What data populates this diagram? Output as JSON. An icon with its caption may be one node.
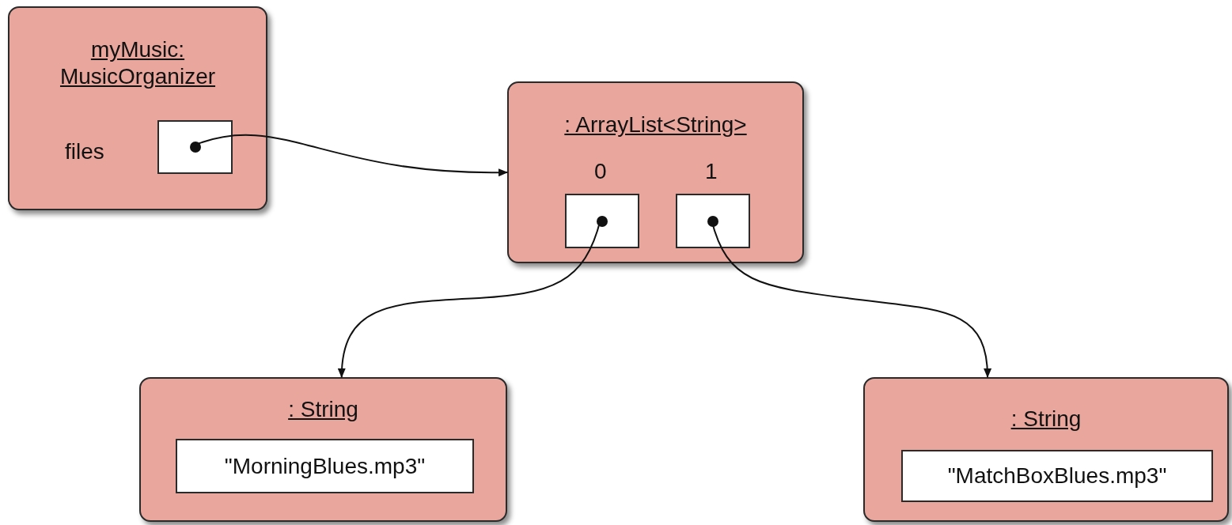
{
  "diagram": {
    "nodes": [
      {
        "text": [
          "myMusic: MusicOrganizer"
        ]
      },
      {
        "text": [],
        "shape": "box",
        "in": 0,
        "beside": [
          "files"
        ]
      },
      {
        "text": [
          ": ArrayList<String>"
        ]
      },
      {
        "text": [],
        "shape": "box",
        "in": 2,
        "beside": [
          "0"
        ]
      },
      {
        "text": [],
        "shape": "box",
        "in": 2,
        "beside": [
          "1"
        ]
      },
      {
        "text": [
          ": String"
        ]
      },
      {
        "text": [
          "\"MorningBlues.mp3\""
        ],
        "in": 5
      },
      {
        "text": [
          ": String"
        ]
      },
      {
        "text": [
          "\"MatchBoxBlues.mp3\""
        ],
        "in": 7
      }
    ],
    "edges": [
      {
        "from": 1,
        "to": 2,
        "arrow": "to"
      },
      {
        "from": 3,
        "to": 5,
        "arrow": "to"
      },
      {
        "from": 4,
        "to": 7,
        "arrow": "to"
      }
    ]
  }
}
